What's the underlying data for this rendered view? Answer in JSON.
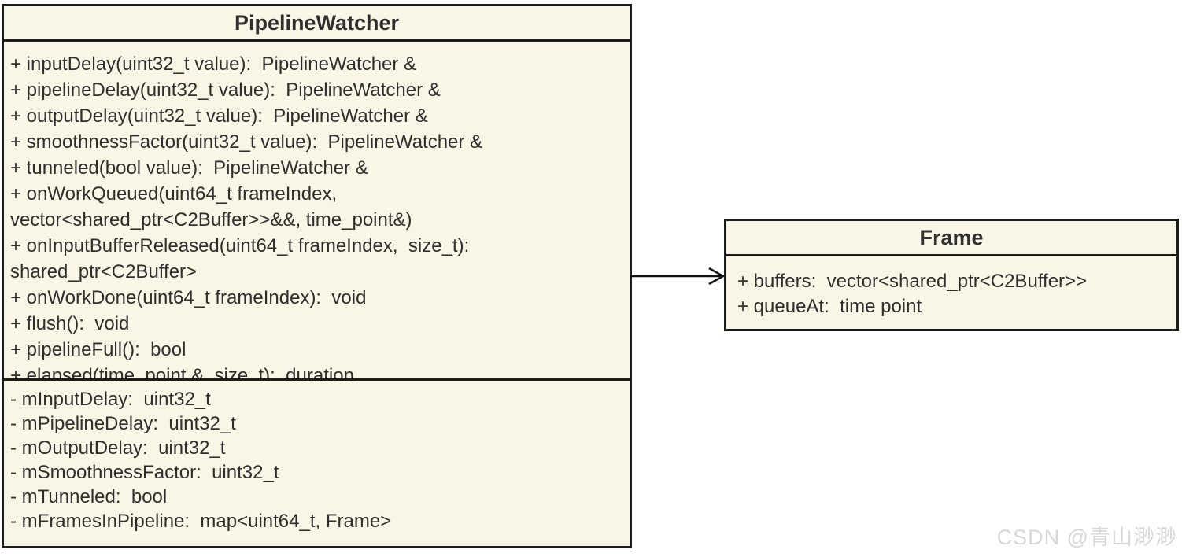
{
  "diagram": {
    "type": "uml-class-diagram",
    "pipeline_watcher": {
      "name": "PipelineWatcher",
      "method_lines": [
        "+ inputDelay(uint32_t value):  PipelineWatcher &",
        "+ pipelineDelay(uint32_t value):  PipelineWatcher &",
        "+ outputDelay(uint32_t value):  PipelineWatcher &",
        "+ smoothnessFactor(uint32_t value):  PipelineWatcher &",
        "+ tunneled(bool value):  PipelineWatcher &",
        "+ onWorkQueued(uint64_t frameIndex,",
        "vector<shared_ptr<C2Buffer>>&&, time_point&)",
        "+ onInputBufferReleased(uint64_t frameIndex,  size_t):",
        "shared_ptr<C2Buffer>",
        "+ onWorkDone(uint64_t frameIndex):  void",
        "+ flush():  void",
        "+ pipelineFull():  bool",
        "+ elapsed(time_point &, size_t):  duration"
      ],
      "attribute_lines": [
        "- mInputDelay:  uint32_t",
        "- mPipelineDelay:  uint32_t",
        "- mOutputDelay:  uint32_t",
        "- mSmoothnessFactor:  uint32_t",
        "- mTunneled:  bool",
        "- mFramesInPipeline:  map<uint64_t, Frame>"
      ]
    },
    "frame": {
      "name": "Frame",
      "attribute_lines": [
        "+ buffers:  vector<shared_ptr<C2Buffer>>",
        "+ queueAt:  time point"
      ]
    },
    "relationship": {
      "from": "PipelineWatcher",
      "to": "Frame",
      "type": "directed-association"
    }
  },
  "watermark": "CSDN @青山渺渺",
  "colors": {
    "box_fill": "#faf6e5",
    "border": "#1c1c1c",
    "text": "#2e2e2e",
    "watermark": "#d8d8d8",
    "background": "#ffffff"
  }
}
